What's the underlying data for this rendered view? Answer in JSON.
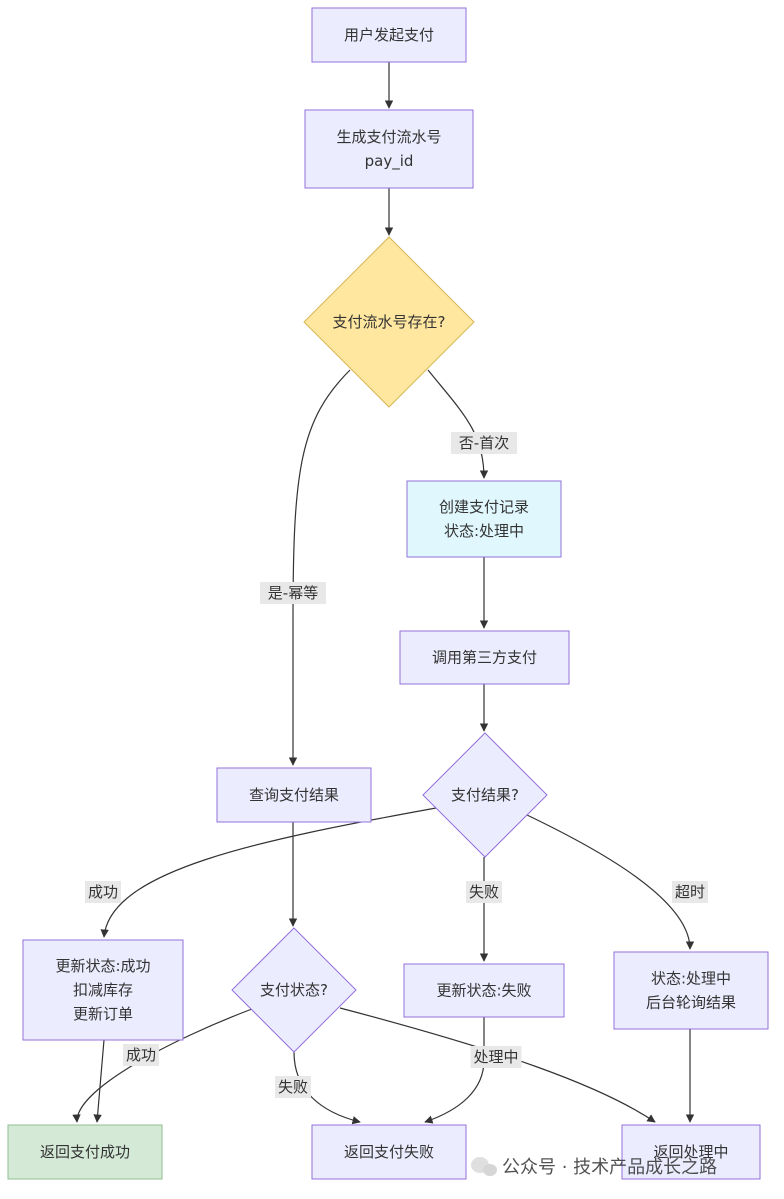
{
  "flowchart": {
    "nodes": {
      "start": {
        "lines": [
          "用户发起支付"
        ],
        "shape": "rect",
        "color": "#ececff"
      },
      "gen_id": {
        "lines": [
          "生成支付流水号",
          "pay_id"
        ],
        "shape": "rect",
        "color": "#ececff"
      },
      "exists": {
        "lines": [
          "支付流水号存在?"
        ],
        "shape": "diamond",
        "color": "#ffe7a0"
      },
      "create": {
        "lines": [
          "创建支付记录",
          "状态:处理中"
        ],
        "shape": "rect",
        "color": "#e0f7fd"
      },
      "call3rd": {
        "lines": [
          "调用第三方支付"
        ],
        "shape": "rect",
        "color": "#ececff"
      },
      "query": {
        "lines": [
          "查询支付结果"
        ],
        "shape": "rect",
        "color": "#ececff"
      },
      "result": {
        "lines": [
          "支付结果?"
        ],
        "shape": "diamond",
        "color": "#ececff"
      },
      "status": {
        "lines": [
          "支付状态?"
        ],
        "shape": "diamond",
        "color": "#ececff"
      },
      "upd_ok": {
        "lines": [
          "更新状态:成功",
          "扣减库存",
          "更新订单"
        ],
        "shape": "rect",
        "color": "#ececff"
      },
      "upd_fail": {
        "lines": [
          "更新状态:失败"
        ],
        "shape": "rect",
        "color": "#ececff"
      },
      "pending": {
        "lines": [
          "状态:处理中",
          "后台轮询结果"
        ],
        "shape": "rect",
        "color": "#ececff"
      },
      "ret_ok": {
        "lines": [
          "返回支付成功"
        ],
        "shape": "rect",
        "color": "#d4ead6"
      },
      "ret_fail": {
        "lines": [
          "返回支付失败"
        ],
        "shape": "rect",
        "color": "#ececff"
      },
      "ret_pending": {
        "lines": [
          "返回处理中"
        ],
        "shape": "rect",
        "color": "#ececff"
      }
    },
    "edges": [
      {
        "from": "start",
        "to": "gen_id",
        "label": ""
      },
      {
        "from": "gen_id",
        "to": "exists",
        "label": ""
      },
      {
        "from": "exists",
        "to": "create",
        "label": "否-首次"
      },
      {
        "from": "exists",
        "to": "query",
        "label": "是-幂等"
      },
      {
        "from": "create",
        "to": "call3rd",
        "label": ""
      },
      {
        "from": "call3rd",
        "to": "result",
        "label": ""
      },
      {
        "from": "result",
        "to": "upd_ok",
        "label": "成功"
      },
      {
        "from": "result",
        "to": "upd_fail",
        "label": "失败"
      },
      {
        "from": "result",
        "to": "pending",
        "label": "超时"
      },
      {
        "from": "query",
        "to": "status",
        "label": ""
      },
      {
        "from": "status",
        "to": "ret_ok",
        "label": "成功"
      },
      {
        "from": "status",
        "to": "ret_fail",
        "label": "失败"
      },
      {
        "from": "status",
        "to": "ret_pending",
        "label": "处理中"
      },
      {
        "from": "upd_ok",
        "to": "ret_ok",
        "label": ""
      },
      {
        "from": "upd_fail",
        "to": "ret_fail",
        "label": ""
      },
      {
        "from": "pending",
        "to": "ret_pending",
        "label": ""
      }
    ],
    "colors": {
      "border": "#9370db",
      "diamond_border_yes": "#d6b656",
      "line": "#333333",
      "label_bg": "#e8e8e8"
    }
  },
  "watermark": {
    "text": "公众号 · 技术产品成长之路",
    "icon": "wechat-icon"
  }
}
